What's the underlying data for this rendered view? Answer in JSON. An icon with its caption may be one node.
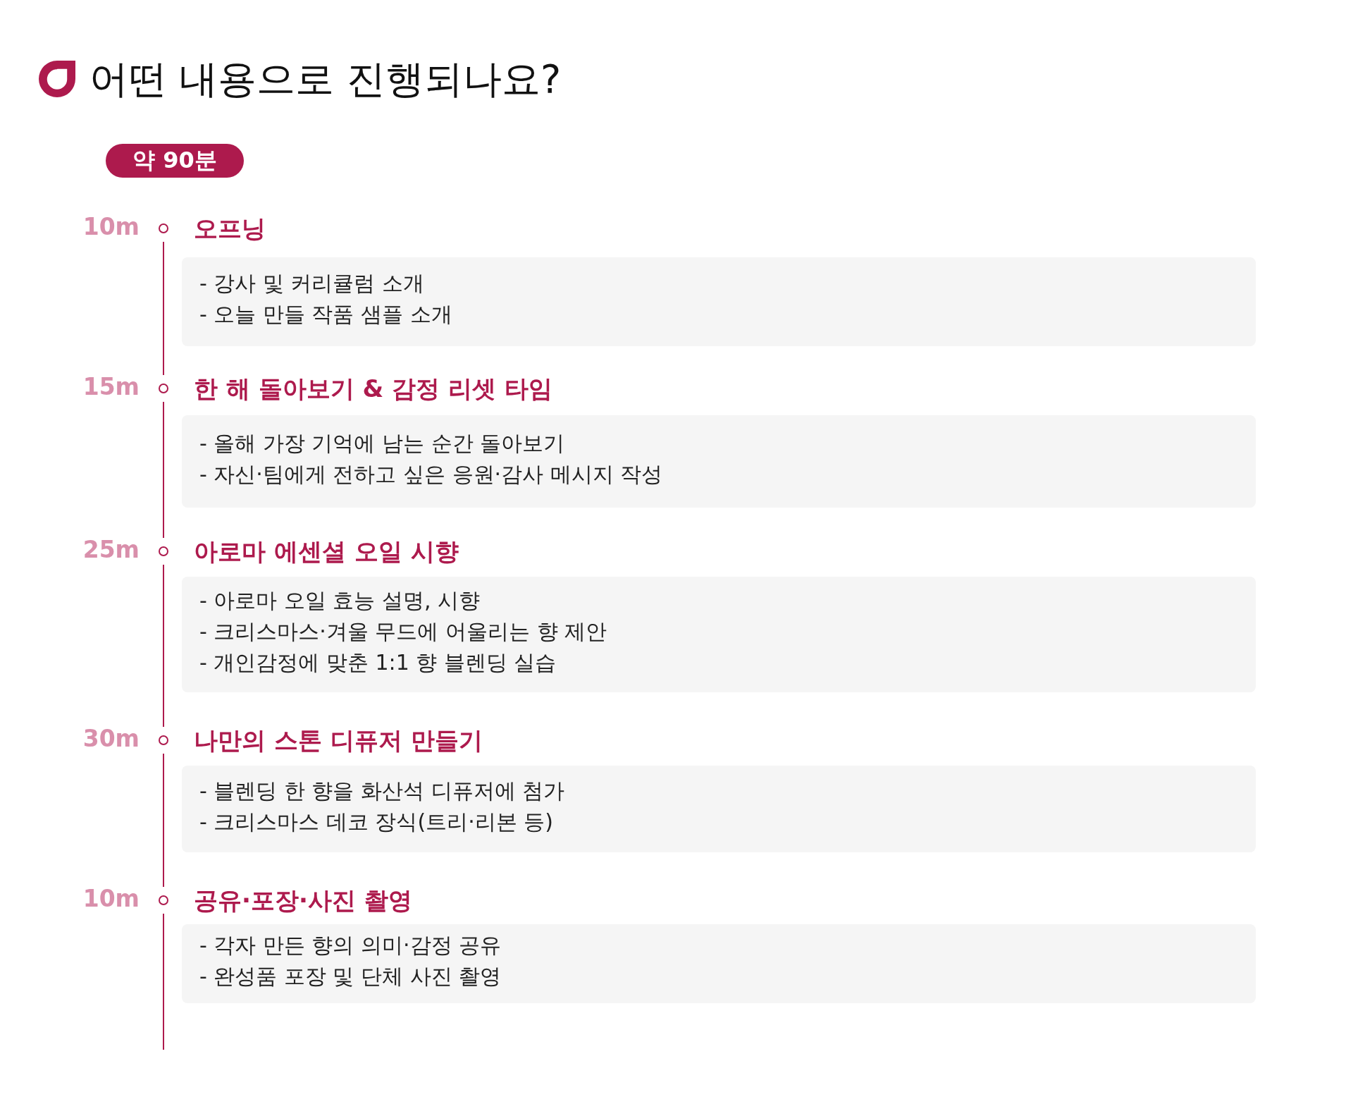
{
  "diagram": {
    "title": "어떤 내용으로 진행되나요?",
    "nodes": [
      {
        "text": [
          "약 90분"
        ]
      },
      {
        "text": [],
        "shape": "circle",
        "beside": [
          "10m"
        ]
      },
      {
        "text": [
          "오프닝",
          "- 강사 및 커리큘럼 소개",
          "- 오늘 만들 작품 샘플 소개"
        ]
      },
      {
        "text": [],
        "shape": "circle",
        "beside": [
          "15m"
        ]
      },
      {
        "text": [
          "한 해 돌아보기 & 감정 리셋 타임",
          "- 올해 가장 기억에 남는 순간 돌아보기",
          "- 자신·팀에게 전하고 싶은 응원·감사 메시지 작성"
        ]
      },
      {
        "text": [],
        "shape": "circle",
        "beside": [
          "25m"
        ]
      },
      {
        "text": [
          "아로마 에센셜 오일 시향",
          "- 아로마 오일 효능 설명, 시향",
          "- 크리스마스·겨울 무드에 어울리는 향 제안",
          "- 개인감정에 맞춘 1:1 향 블렌딩 실습"
        ]
      },
      {
        "text": [],
        "shape": "circle",
        "beside": [
          "30m"
        ]
      },
      {
        "text": [
          "나만의 스톤 디퓨저 만들기",
          "- 블렌딩 한 향을 화산석 디퓨저에 첨가",
          "- 크리스마스 데코 장식(트리·리본 등)"
        ]
      },
      {
        "text": [],
        "shape": "circle",
        "beside": [
          "10m"
        ]
      },
      {
        "text": [
          "공유·포장·사진 촬영",
          "- 각자 만든 향의 의미·감정 공유",
          "- 완성품 포장 및 단체 사진 촬영"
        ]
      }
    ],
    "edges": [
      {
        "from": 1,
        "to": 3,
        "arrow": "none"
      },
      {
        "from": 3,
        "to": 5,
        "arrow": "none"
      },
      {
        "from": 5,
        "to": 7,
        "arrow": "none"
      },
      {
        "from": 7,
        "to": 9,
        "arrow": "none"
      },
      {
        "from": 9,
        "to": null,
        "arrow": "none"
      }
    ]
  }
}
